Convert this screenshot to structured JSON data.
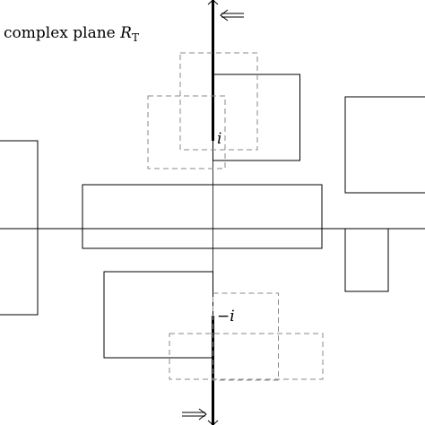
{
  "title": {
    "prefix": "complex plane ",
    "symbol": "R",
    "subscript": "T"
  },
  "marks": {
    "upper": "i",
    "lower": "−i"
  },
  "colors": {
    "ink": "#000000",
    "dashed": "#8a8a8a",
    "background": "#ffffff"
  }
}
